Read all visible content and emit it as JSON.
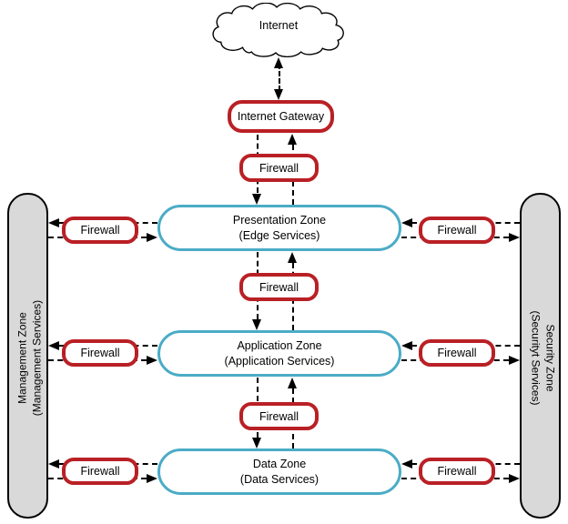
{
  "labels": {
    "internet": "Internet",
    "internet_gateway": "Internet Gateway",
    "firewall": "Firewall"
  },
  "zones": [
    {
      "name": "Presentation Zone",
      "services": "(Edge Services)"
    },
    {
      "name": "Application Zone",
      "services": "(Application Services)"
    },
    {
      "name": "Data Zone",
      "services": "(Data Services)"
    }
  ],
  "sidebars": {
    "management": {
      "name": "Management Zone",
      "services": "(Management Services)"
    },
    "security": {
      "name": "Security Zone",
      "services": "(Securityt Services)"
    }
  },
  "colors": {
    "firewall_border": "#b92025",
    "zone_border": "#4bacc6",
    "sidebar_fill": "#d9d9d9",
    "line_color": "#000000"
  }
}
